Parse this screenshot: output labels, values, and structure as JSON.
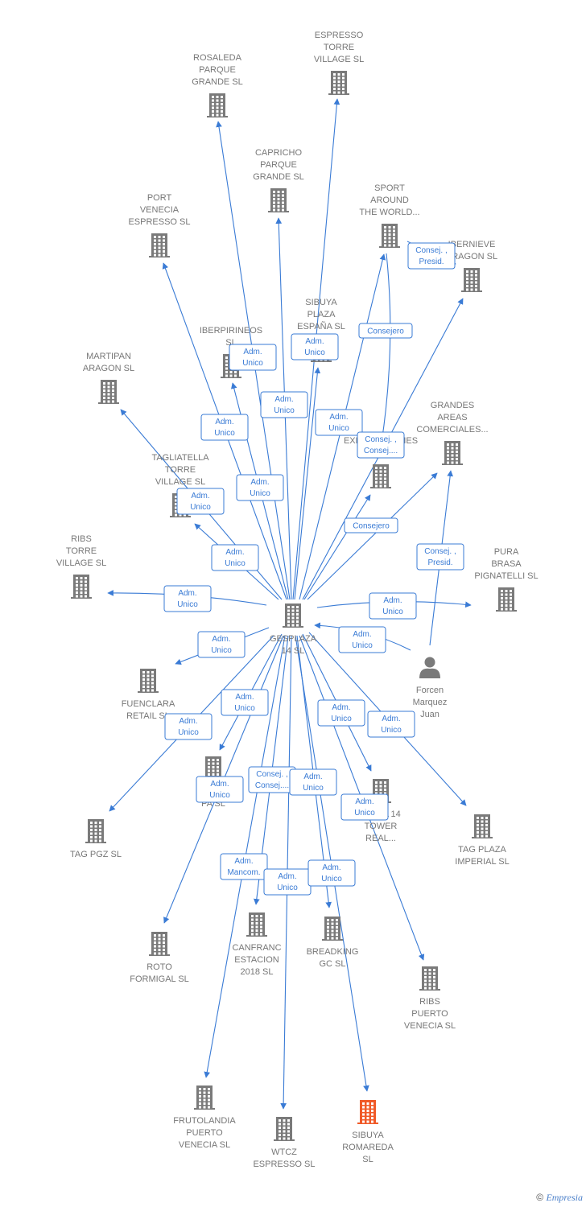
{
  "center": {
    "id": "center",
    "lines": [
      "GESPLAZA",
      "14 SL"
    ]
  },
  "nodes": [
    {
      "id": "espresso-torre",
      "lines": [
        "ESPRESSO",
        "TORRE",
        "VILLAGE  SL"
      ]
    },
    {
      "id": "rosaleda",
      "lines": [
        "ROSALEDA",
        "PARQUE",
        "GRANDE  SL"
      ]
    },
    {
      "id": "capricho",
      "lines": [
        "CAPRICHO",
        "PARQUE",
        "GRANDE  SL"
      ]
    },
    {
      "id": "sport-around",
      "lines": [
        "SPORT",
        "AROUND",
        "THE WORLD..."
      ]
    },
    {
      "id": "port-venecia",
      "lines": [
        "PORT",
        "VENECIA",
        "ESPRESSO SL"
      ]
    },
    {
      "id": "invernieve",
      "lines": [
        "IBERNIEVE",
        "ARAGON  SL"
      ]
    },
    {
      "id": "sibuya-plaza",
      "lines": [
        "SIBUYA",
        "PLAZA",
        "ESPAÑA  SL"
      ]
    },
    {
      "id": "iberpirineos",
      "lines": [
        "IBERPIRINEOS",
        "SL"
      ]
    },
    {
      "id": "martipan",
      "lines": [
        "MARTIPAN",
        "ARAGON SL"
      ]
    },
    {
      "id": "explotaciones",
      "lines": [
        "EXPLOTACIONES",
        ""
      ]
    },
    {
      "id": "grandes-areas",
      "lines": [
        "GRANDES",
        "AREAS",
        "COMERCIALES..."
      ]
    },
    {
      "id": "tagliatella",
      "lines": [
        "TAGLIATELLA",
        "TORRE",
        "VILLAGE  SL"
      ]
    },
    {
      "id": "ribs-torre",
      "lines": [
        "RIBS",
        "TORRE",
        "VILLAGE  SL"
      ]
    },
    {
      "id": "pura-brasa",
      "lines": [
        "PURA",
        "BRASA",
        "PIGNATELLI  SL"
      ]
    },
    {
      "id": "fuenclara",
      "lines": [
        "FUENCLARA",
        "RETAIL  SL"
      ]
    },
    {
      "id": "massa",
      "lines": [
        "MASSA",
        "PA SL"
      ]
    },
    {
      "id": "plaza-14-tower",
      "lines": [
        "PLAZA 14",
        "TOWER",
        "REAL..."
      ]
    },
    {
      "id": "tag-pgz",
      "lines": [
        "TAG PGZ  SL"
      ]
    },
    {
      "id": "tag-plaza-imperial",
      "lines": [
        "TAG PLAZA",
        "IMPERIAL  SL"
      ]
    },
    {
      "id": "roto-formigal",
      "lines": [
        "ROTO",
        "FORMIGAL  SL"
      ]
    },
    {
      "id": "canfranc",
      "lines": [
        "CANFRANC",
        "ESTACION",
        "2018  SL"
      ]
    },
    {
      "id": "breadking",
      "lines": [
        "BREADKING",
        "GC SL"
      ]
    },
    {
      "id": "ribs-puerto",
      "lines": [
        "RIBS",
        "PUERTO",
        "VENECIA SL"
      ]
    },
    {
      "id": "frutolandia",
      "lines": [
        "FRUTOLANDIA",
        "PUERTO",
        "VENECIA SL"
      ]
    },
    {
      "id": "wtcz",
      "lines": [
        "WTCZ",
        "ESPRESSO  SL"
      ]
    },
    {
      "id": "sibuya-romareda",
      "lines": [
        "SIBUYA",
        "ROMAREDA",
        "SL"
      ],
      "highlight": true
    }
  ],
  "person": {
    "id": "forcen",
    "lines": [
      "Forcen",
      "Marquez",
      "Juan"
    ]
  },
  "links": [
    {
      "from": "center",
      "to": "espresso-torre",
      "label": []
    },
    {
      "from": "center",
      "to": "rosaleda",
      "label": [
        "Adm.",
        "Unico"
      ]
    },
    {
      "from": "center",
      "to": "capricho",
      "label": [
        "Adm.",
        "Unico"
      ]
    },
    {
      "from": "center",
      "to": "sport-around",
      "label": [
        "Adm.",
        "Unico"
      ]
    },
    {
      "from": "center",
      "to": "port-venecia",
      "label": [
        "Adm.",
        "Unico"
      ]
    },
    {
      "from": "center",
      "to": "invernieve",
      "label": []
    },
    {
      "from": "center",
      "to": "sibuya-plaza",
      "label": [
        "Adm.",
        "Unico"
      ]
    },
    {
      "from": "center",
      "to": "iberpirineos",
      "label": [
        "Adm.",
        "Unico"
      ]
    },
    {
      "from": "center",
      "to": "martipan",
      "label": [
        "Adm.",
        "Unico"
      ]
    },
    {
      "from": "center",
      "to": "explotaciones",
      "label": [
        "Consej. ,",
        "Consej...."
      ]
    },
    {
      "from": "center",
      "to": "grandes-areas",
      "label": [
        "Consejero"
      ]
    },
    {
      "from": "center",
      "to": "tagliatella",
      "label": [
        "Adm.",
        "Unico"
      ]
    },
    {
      "from": "center",
      "to": "ribs-torre",
      "label": [
        "Adm.",
        "Unico"
      ]
    },
    {
      "from": "center",
      "to": "pura-brasa",
      "label": [
        "Adm.",
        "Unico"
      ]
    },
    {
      "from": "center",
      "to": "fuenclara",
      "label": [
        "Adm.",
        "Unico"
      ]
    },
    {
      "from": "center",
      "to": "massa",
      "label": [
        "Adm.",
        "Unico"
      ]
    },
    {
      "from": "center",
      "to": "plaza-14-tower",
      "label": [
        "Adm.",
        "Unico"
      ]
    },
    {
      "from": "center",
      "to": "tag-pgz",
      "label": [
        "Adm.",
        "Unico"
      ]
    },
    {
      "from": "center",
      "to": "tag-plaza-imperial",
      "label": [
        "Adm.",
        "Unico"
      ]
    },
    {
      "from": "center",
      "to": "roto-formigal",
      "label": [
        "Adm.",
        "Unico"
      ]
    },
    {
      "from": "center",
      "to": "canfranc",
      "label": [
        "Consej. ,",
        "Consej...."
      ]
    },
    {
      "from": "center",
      "to": "breadking",
      "label": [
        "Adm.",
        "Unico"
      ]
    },
    {
      "from": "center",
      "to": "ribs-puerto",
      "label": [
        "Adm.",
        "Unico"
      ]
    },
    {
      "from": "center",
      "to": "frutolandia",
      "label": [
        "Adm.",
        "Mancom."
      ]
    },
    {
      "from": "center",
      "to": "wtcz",
      "label": [
        "Adm.",
        "Unico"
      ]
    },
    {
      "from": "center",
      "to": "sibuya-romareda",
      "label": [
        "Adm.",
        "Unico"
      ]
    },
    {
      "from": "forcen",
      "to": "center",
      "label": [
        "Adm.",
        "Unico"
      ]
    },
    {
      "from": "forcen",
      "to": "grandes-areas",
      "label": [
        "Consej. ,",
        "Presid."
      ]
    },
    {
      "from": "sport-around",
      "to": "explotaciones",
      "label": [
        "Consejero"
      ]
    },
    {
      "from": "sport-around",
      "to": "invernieve",
      "label": [
        "Consej. ,",
        "Presid."
      ]
    }
  ],
  "colors": {
    "node": "#7a7a7a",
    "highlight": "#f05a28",
    "link": "#3a7bd5",
    "label_border": "#3a7bd5",
    "label_text": "#3a7bd5",
    "text": "#777777"
  },
  "watermark": {
    "copyright": "©",
    "brand": "Empresia"
  }
}
